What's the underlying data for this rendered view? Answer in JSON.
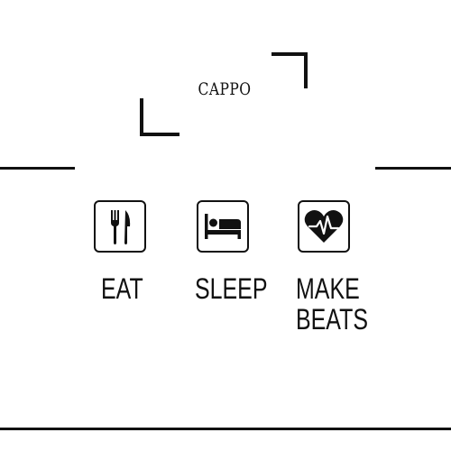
{
  "brand": {
    "name": "CAPPO"
  },
  "items": [
    {
      "label": "EAT",
      "icon": "fork-knife-icon"
    },
    {
      "label": "SLEEP",
      "icon": "bed-icon"
    },
    {
      "label_line1": "MAKE",
      "label_line2": "BEATS",
      "icon": "heartbeat-icon"
    }
  ],
  "colors": {
    "ink": "#111111",
    "background": "#ffffff"
  }
}
